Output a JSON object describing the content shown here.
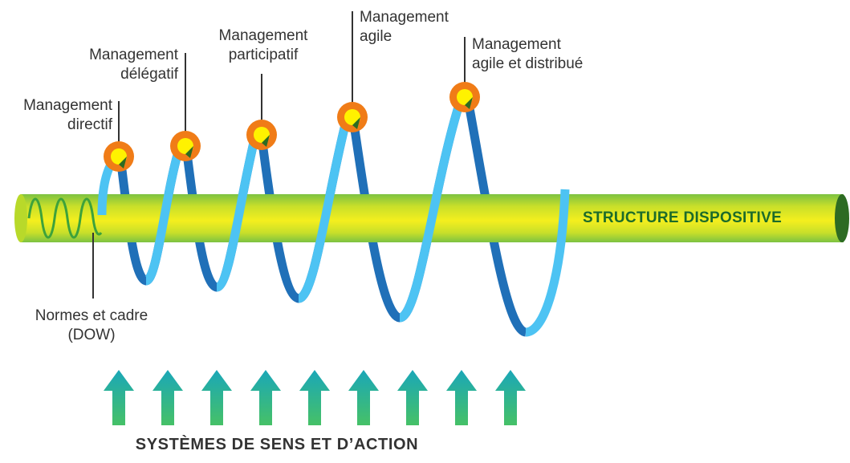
{
  "labels": {
    "directif": "Management\ndirectif",
    "delegatif": "Management\ndélégatif",
    "participatif": "Management\nparticipatif",
    "agile": "Management\nagile",
    "agile_distribue": "Management\nagile et distribué",
    "normes": "Normes et cadre\n(DOW)"
  },
  "tube_label": "STRUCTURE DISPOSITIVE",
  "bottom_label": "SYSTÈMES DE SENS ET D’ACTION",
  "colors": {
    "tube_yellow": "#f4ef1e",
    "tube_green": "#7cc242",
    "tube_end": "#2d6b23",
    "spiral_light": "#4dc3f3",
    "spiral_dark": "#2070b8",
    "marker_orange": "#f07c17",
    "marker_yellow": "#fff200",
    "arrow_top": "#1aa7b8",
    "arrow_bottom": "#46c167",
    "leader_line": "#333333"
  }
}
